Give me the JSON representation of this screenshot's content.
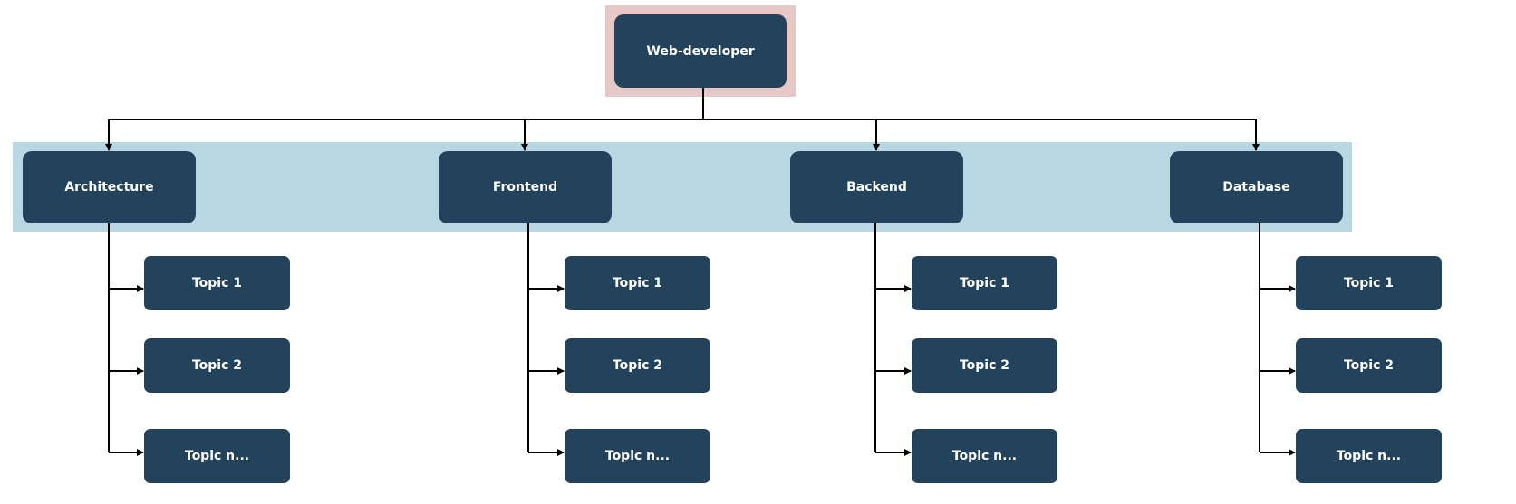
{
  "diagram": {
    "root": {
      "label": "Web-developer"
    },
    "categories": [
      {
        "label": "Architecture",
        "topics": [
          "Topic 1",
          "Topic 2",
          "Topic n..."
        ]
      },
      {
        "label": "Frontend",
        "topics": [
          "Topic 1",
          "Topic 2",
          "Topic n..."
        ]
      },
      {
        "label": "Backend",
        "topics": [
          "Topic 1",
          "Topic 2",
          "Topic n..."
        ]
      },
      {
        "label": "Database",
        "topics": [
          "Topic 1",
          "Topic 2",
          "Topic n..."
        ]
      }
    ]
  },
  "colors": {
    "node": "#23435d",
    "root_highlight": "#e6c8c6",
    "category_band": "#b9d6e3",
    "connector": "#000000"
  }
}
